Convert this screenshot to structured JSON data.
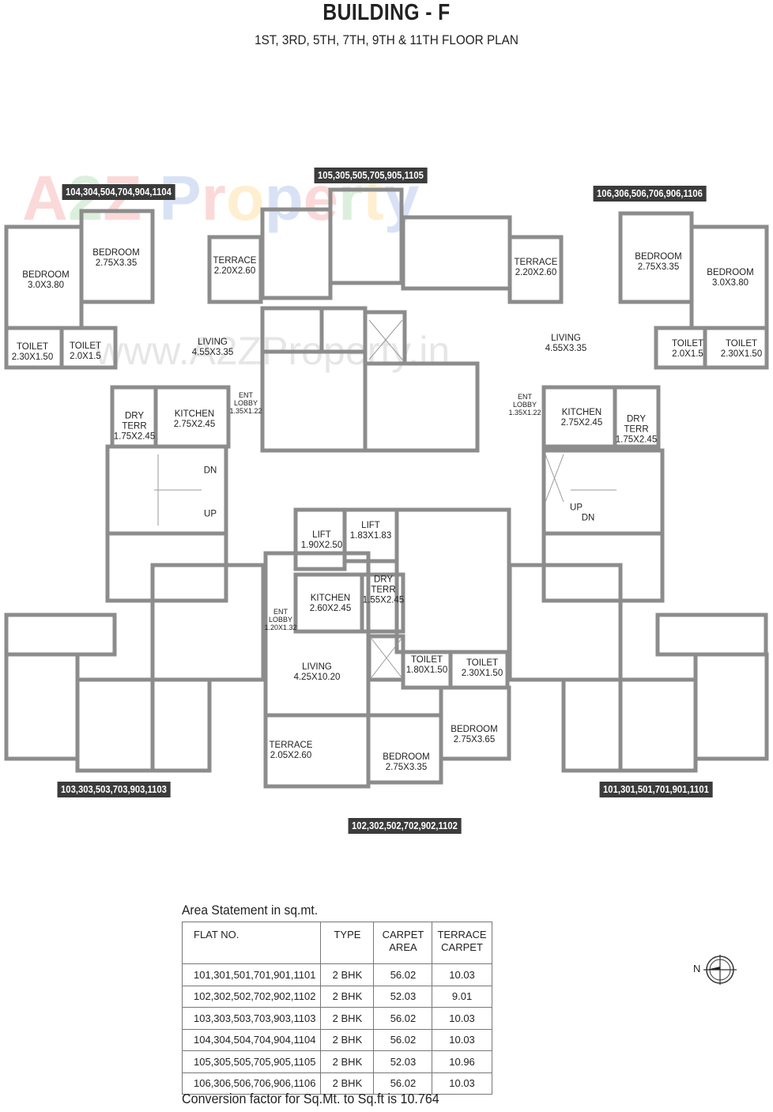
{
  "header": {
    "title": "BUILDING - F",
    "subtitle": "1ST, 3RD, 5TH, 7TH, 9TH & 11TH FLOOR PLAN"
  },
  "watermark": {
    "logo_text": "A2Z Property",
    "url_text": "www.A2ZProperty.in"
  },
  "units": {
    "u104": "104,304,504,704,904,1104",
    "u105": "105,305,505,705,905,1105",
    "u106": "106,306,506,706,906,1106",
    "u103": "103,303,503,703,903,1103",
    "u102": "102,302,502,702,902,1102",
    "u101": "101,301,501,701,901,1101"
  },
  "rooms": {
    "l_bed1": [
      "BEDROOM",
      "3.0X3.80"
    ],
    "l_bed2": [
      "BEDROOM",
      "2.75X3.35"
    ],
    "l_terrace": [
      "TERRACE",
      "2.20X2.60"
    ],
    "l_toilet1": [
      "TOILET",
      "2.30X1.50"
    ],
    "l_toilet2": [
      "TOILET",
      "2.0X1.5"
    ],
    "l_living": [
      "LIVING",
      "4.55X3.35"
    ],
    "l_ent": [
      "ENT",
      "LOBBY",
      "1.35X1.22"
    ],
    "l_dry": [
      "DRY",
      "TERR",
      "1.75X2.45"
    ],
    "l_kitchen": [
      "KITCHEN",
      "2.75X2.45"
    ],
    "l_dn": "DN",
    "l_up": "UP",
    "r_terrace": [
      "TERRACE",
      "2.20X2.60"
    ],
    "r_bed2": [
      "BEDROOM",
      "2.75X3.35"
    ],
    "r_bed1": [
      "BEDROOM",
      "3.0X3.80"
    ],
    "r_living": [
      "LIVING",
      "4.55X3.35"
    ],
    "r_toilet2": [
      "TOILET",
      "2.0X1.5"
    ],
    "r_toilet1": [
      "TOILET",
      "2.30X1.50"
    ],
    "r_ent": [
      "ENT",
      "LOBBY",
      "1.35X1.22"
    ],
    "r_kitchen": [
      "KITCHEN",
      "2.75X2.45"
    ],
    "r_dry": [
      "DRY",
      "TERR",
      "1.75X2.45"
    ],
    "r_up": "UP",
    "r_dn": "DN",
    "c_lift1": [
      "LIFT",
      "1.90X2.50"
    ],
    "c_lift2": [
      "LIFT",
      "1.83X1.83"
    ],
    "c_dry": [
      "DRY",
      "TERR",
      "1.55X2.45"
    ],
    "c_kitchen": [
      "KITCHEN",
      "2.60X2.45"
    ],
    "c_ent": [
      "ENT",
      "LOBBY",
      "1.20X1.32"
    ],
    "c_living": [
      "LIVING",
      "4.25X10.20"
    ],
    "c_toilet1": [
      "TOILET",
      "1.80X1.50"
    ],
    "c_toilet2": [
      "TOILET",
      "2.30X1.50"
    ],
    "c_bed1": [
      "BEDROOM",
      "2.75X3.65"
    ],
    "c_terrace": [
      "TERRACE",
      "2.05X2.60"
    ],
    "c_bed2": [
      "BEDROOM",
      "2.75X3.35"
    ]
  },
  "compass": {
    "north_label": "N"
  },
  "area_statement": {
    "title": "Area Statement in sq.mt.",
    "headers": [
      "FLAT NO.",
      "TYPE",
      "CARPET AREA",
      "TERRACE CARPET"
    ],
    "header_lines": [
      [
        "FLAT NO."
      ],
      [
        "TYPE"
      ],
      [
        "CARPET",
        "AREA"
      ],
      [
        "TERRACE",
        "CARPET"
      ]
    ],
    "rows": [
      [
        "101,301,501,701,901,1101",
        "2 BHK",
        "56.02",
        "10.03"
      ],
      [
        "102,302,502,702,902,1102",
        "2 BHK",
        "52.03",
        "9.01"
      ],
      [
        "103,303,503,703,903,1103",
        "2 BHK",
        "56.02",
        "10.03"
      ],
      [
        "104,304,504,704,904,1104",
        "2 BHK",
        "56.02",
        "10.03"
      ],
      [
        "105,305,505,705,905,1105",
        "2 BHK",
        "52.03",
        "10.96"
      ],
      [
        "106,306,506,706,906,1106",
        "2 BHK",
        "56.02",
        "10.03"
      ]
    ],
    "footnote": "Conversion factor for Sq.Mt. to Sq.ft is 10.764"
  },
  "colors": {
    "wall": "#8c8c8c",
    "tag_bg": "#3b3b3b"
  }
}
